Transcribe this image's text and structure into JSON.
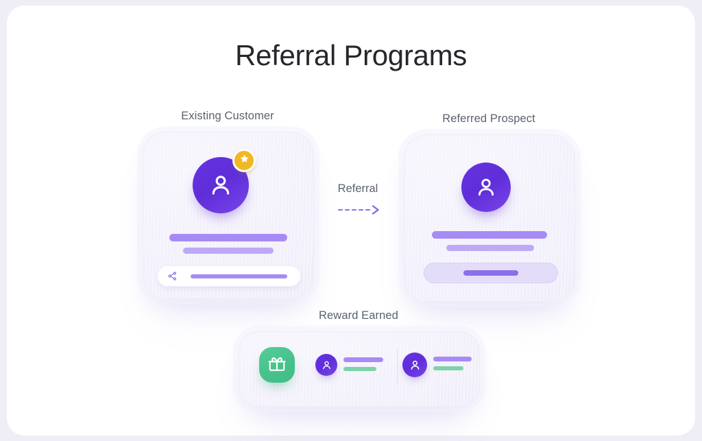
{
  "page": {
    "title": "Referral Programs",
    "background_color": "#efeef6",
    "surface_color": "#ffffff",
    "title_color": "#27262b",
    "label_color": "#5b6170"
  },
  "colors": {
    "accent_purple": "#6633e0",
    "bar_purple": "#a78bf5",
    "bar_purple_light": "#bda9f7",
    "bar_purple_solid": "#8b6eea",
    "bar_green": "#7dd3a8",
    "gift_green": "#46c18b",
    "star_gold": "#f0b923",
    "card_surface": "#f3f1fb",
    "pill_surface": "#e4ddfa"
  },
  "cards": {
    "existing_customer": {
      "label": "Existing Customer",
      "avatar_icon": "user-icon",
      "badge_icon": "star-icon",
      "share_icon": "share-icon"
    },
    "referred_prospect": {
      "label": "Referred Prospect",
      "avatar_icon": "user-icon"
    },
    "reward_earned": {
      "label": "Reward Earned",
      "gift_icon": "gift-icon",
      "rows": [
        {
          "avatar_icon": "user-icon"
        },
        {
          "avatar_icon": "user-icon"
        }
      ]
    }
  },
  "connector": {
    "label": "Referral",
    "arrow_icon": "dashed-arrow-right-icon",
    "arrow_color": "#8b6eea"
  }
}
